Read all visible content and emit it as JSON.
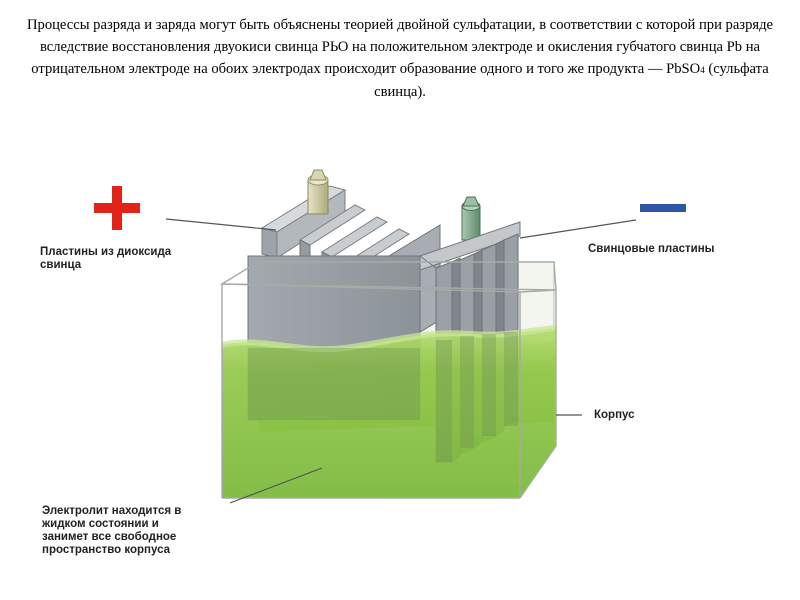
{
  "intro": {
    "text_before_formula": "Процессы разряда и заряда могут быть объяснены теорией двойной сульфатации, в соответствии с которой при разряде вследствие восстановления двуокиси свинца РЬО на положительном электроде и окисления губчатого свинца Pb на отрицательном электроде на обоих электродах происходит образование одного и того же продукта — PbSO",
    "formula_subscript": "4",
    "text_after_formula": " (сульфата свинца)."
  },
  "diagram": {
    "plus_sign": "+",
    "minus_sign": "—",
    "labels": {
      "positive_plates": "Пластины из диоксида\nсвинца",
      "lead_plates": "Свинцовые пластины",
      "case": "Корпус",
      "electrolyte": "Электролит находится в\nжидком состоянии и\nзанимет все свободное\nпространство корпуса"
    },
    "colors": {
      "plus": "#e2231a",
      "minus": "#2f55a4",
      "electrolyte": "#8cc63f",
      "plate": "#8e959b",
      "terminal_positive": "#c9c79a",
      "terminal_negative": "#7ea58a"
    }
  }
}
